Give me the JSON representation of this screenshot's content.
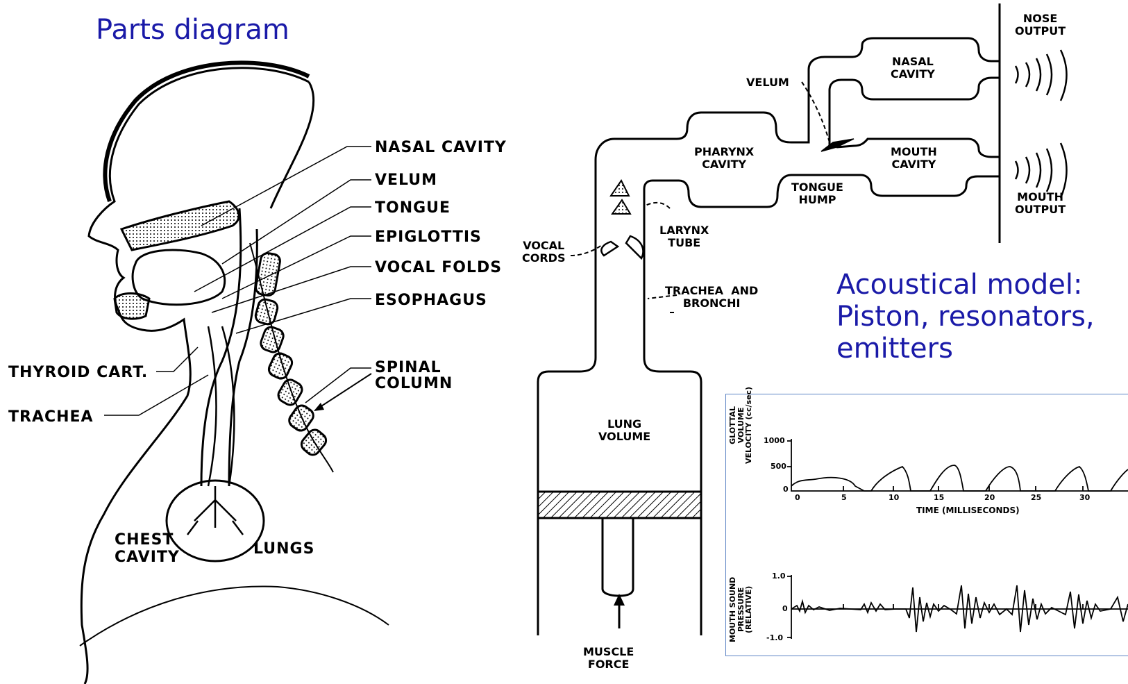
{
  "parts_title": "Parts diagram",
  "acoustic_title": "Acoustical model:\nPiston, resonators,\nemitters",
  "anatomy_labels": {
    "nasal_cavity": "NASAL CAVITY",
    "velum": "VELUM",
    "tongue": "TONGUE",
    "epiglottis": "EPIGLOTTIS",
    "vocal_folds": "VOCAL FOLDS",
    "esophagus": "ESOPHAGUS",
    "spinal_column": "SPINAL\nCOLUMN",
    "thyroid_cart": "THYROID CART.",
    "trachea": "TRACHEA",
    "chest_cavity": "CHEST\nCAVITY",
    "lungs": "LUNGS"
  },
  "model_labels": {
    "nose_output": "NOSE\nOUTPUT",
    "nasal_cavity": "NASAL\nCAVITY",
    "velum": "VELUM",
    "pharynx_cavity": "PHARYNX\nCAVITY",
    "mouth_cavity": "MOUTH\nCAVITY",
    "tongue_hump": "TONGUE\nHUMP",
    "mouth_output": "MOUTH\nOUTPUT",
    "larynx_tube": "LARYNX\nTUBE",
    "vocal_cords": "VOCAL\nCORDS",
    "trachea_bronchi": "TRACHEA  AND\nBRONCHI",
    "lung_volume": "LUNG\nVOLUME",
    "muscle_force": "MUSCLE\nFORCE"
  },
  "waveform_panel": {
    "top_ylabel": "GLOTTAL\nVOLUME\nVELOCITY (cc/sec)",
    "top_yticks": [
      "1000",
      "500",
      "0"
    ],
    "xticks": [
      "0",
      "5",
      "10",
      "15",
      "20",
      "25",
      "30"
    ],
    "xlabel": "TIME (MILLISECONDS)",
    "bottom_ylabel": "MOUTH SOUND\nPRESSURE\n(RELATIVE)",
    "bottom_yticks": [
      "1.0",
      "0",
      "-1.0"
    ]
  },
  "colors": {
    "title_blue": "#1a1aa8",
    "panel_border": "#5b83c4"
  }
}
